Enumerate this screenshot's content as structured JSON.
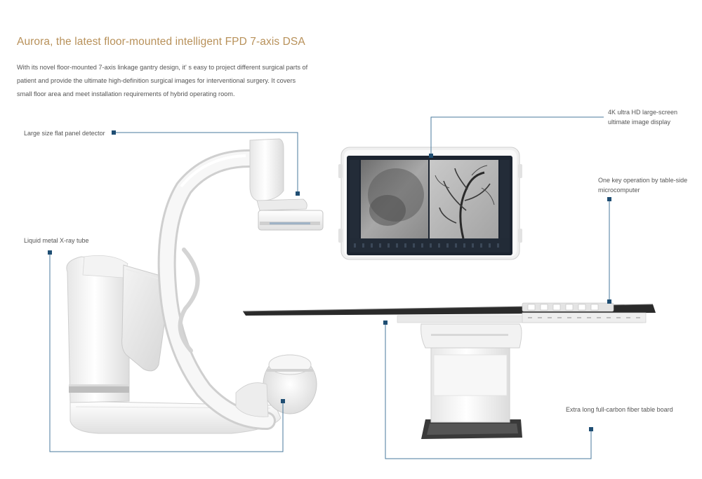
{
  "header": {
    "title": "Aurora, the latest floor-mounted intelligent FPD 7-axis DSA",
    "intro_lines": [
      "With its novel floor-mounted 7-axis linkage gantry design, it' s easy to project different surgical parts of",
      "patient and provide the ultimate high-definition surgical images for interventional surgery. It covers",
      "small floor area and meet installation requirements of hybrid operating room."
    ]
  },
  "callouts": {
    "detector": "Large size flat panel detector",
    "xray_tube": "Liquid metal X-ray tube",
    "display": [
      "4K ultra HD large-screen",
      "ultimate image display"
    ],
    "microcomputer": [
      "One key operation by table-side",
      "microcomputer"
    ],
    "table_board": "Extra long full-carbon fiber table board"
  },
  "colors": {
    "title": "#b8915a",
    "leader_line": "#4a7a9c",
    "marker": "#1f4e73",
    "body_text": "#555555"
  }
}
